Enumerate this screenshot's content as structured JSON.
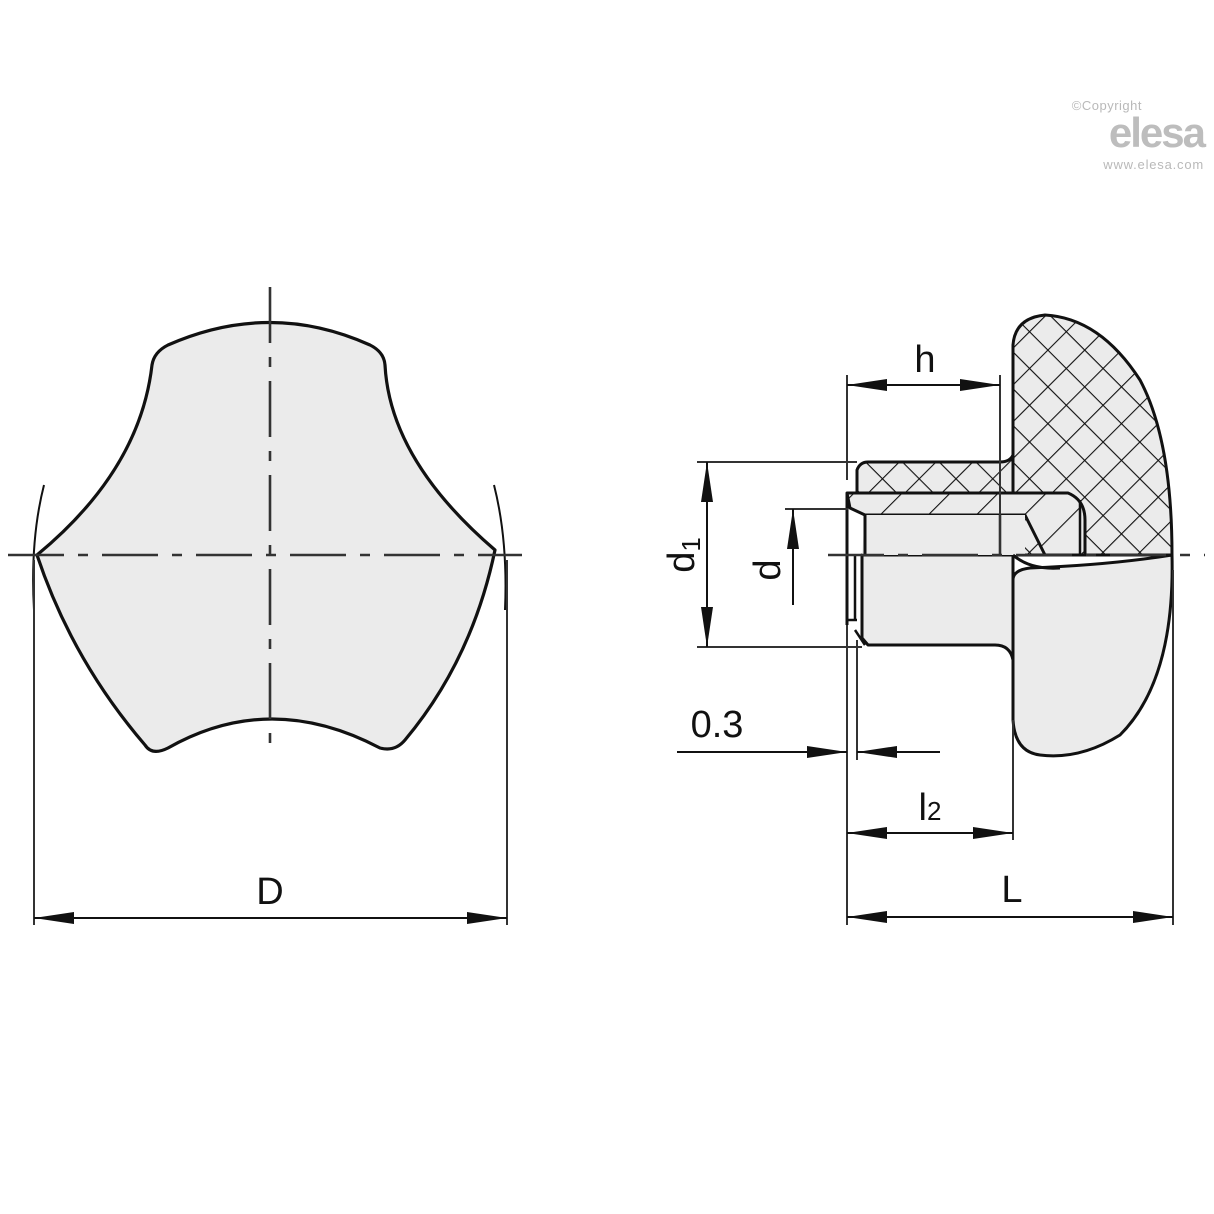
{
  "watermark": {
    "copyright": "©Copyright",
    "brand": "elesa",
    "url": "www.elesa.com",
    "color": "#b9b9b9"
  },
  "front_view": {
    "description": "Three-lobe knob front view with centerlines",
    "dimensions": {
      "diameter_label": "D"
    }
  },
  "side_view": {
    "description": "Side cross-section view with threaded insert",
    "dimensions": {
      "h_label": "h",
      "d1_label": "d",
      "d1_sub": "1",
      "d_label": "d",
      "gap_label": "0.3",
      "l2_label": "l",
      "l2_sub": "2",
      "L_label": "L"
    }
  },
  "colors": {
    "line": "#111111",
    "fill": "#ebebeb",
    "background": "#ffffff"
  }
}
